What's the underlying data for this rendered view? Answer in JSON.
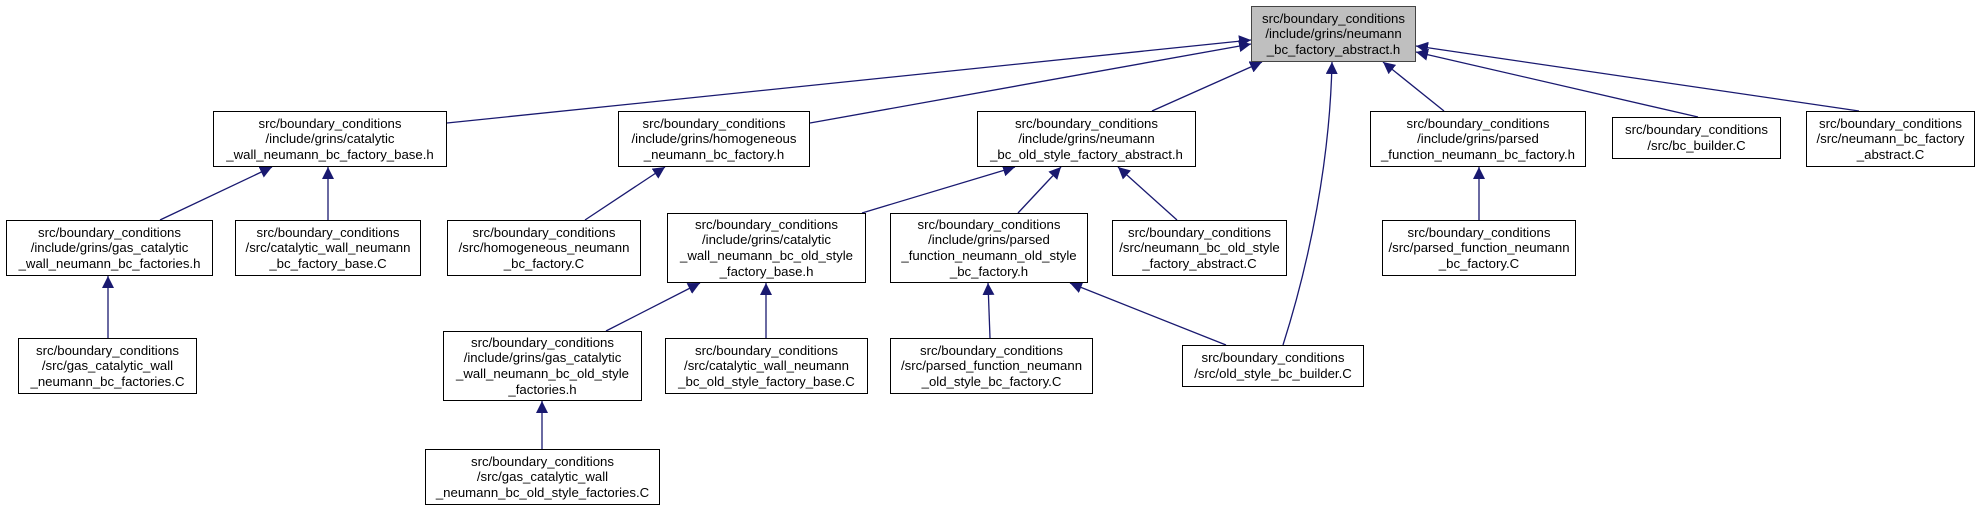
{
  "colors": {
    "edge": "#191970",
    "root_fill": "#bfbfbf",
    "border": "#000000"
  },
  "nodes": {
    "root": [
      "src/boundary_conditions",
      "/include/grins/neumann",
      "_bc_factory_abstract.h"
    ],
    "catalytic_base_h": [
      "src/boundary_conditions",
      "/include/grins/catalytic",
      "_wall_neumann_bc_factory_base.h"
    ],
    "homogeneous_h": [
      "src/boundary_conditions",
      "/include/grins/homogeneous",
      "_neumann_bc_factory.h"
    ],
    "old_style_abstract_h": [
      "src/boundary_conditions",
      "/include/grins/neumann",
      "_bc_old_style_factory_abstract.h"
    ],
    "parsed_function_h": [
      "src/boundary_conditions",
      "/include/grins/parsed",
      "_function_neumann_bc_factory.h"
    ],
    "bc_builder_c": [
      "src/boundary_conditions",
      "/src/bc_builder.C"
    ],
    "neumann_abstract_c": [
      "src/boundary_conditions",
      "/src/neumann_bc_factory",
      "_abstract.C"
    ],
    "gas_catalytic_h": [
      "src/boundary_conditions",
      "/include/grins/gas_catalytic",
      "_wall_neumann_bc_factories.h"
    ],
    "catalytic_base_c": [
      "src/boundary_conditions",
      "/src/catalytic_wall_neumann",
      "_bc_factory_base.C"
    ],
    "homogeneous_c": [
      "src/boundary_conditions",
      "/src/homogeneous_neumann",
      "_bc_factory.C"
    ],
    "catalytic_old_base_h": [
      "src/boundary_conditions",
      "/include/grins/catalytic",
      "_wall_neumann_bc_old_style",
      "_factory_base.h"
    ],
    "parsed_old_h": [
      "src/boundary_conditions",
      "/include/grins/parsed",
      "_function_neumann_old_style",
      "_bc_factory.h"
    ],
    "old_style_abstract_c": [
      "src/boundary_conditions",
      "/src/neumann_bc_old_style",
      "_factory_abstract.C"
    ],
    "parsed_function_c": [
      "src/boundary_conditions",
      "/src/parsed_function_neumann",
      "_bc_factory.C"
    ],
    "gas_catalytic_c": [
      "src/boundary_conditions",
      "/src/gas_catalytic_wall",
      "_neumann_bc_factories.C"
    ],
    "gas_catalytic_old_h": [
      "src/boundary_conditions",
      "/include/grins/gas_catalytic",
      "_wall_neumann_bc_old_style",
      "_factories.h"
    ],
    "catalytic_old_base_c": [
      "src/boundary_conditions",
      "/src/catalytic_wall_neumann",
      "_bc_old_style_factory_base.C"
    ],
    "parsed_old_c": [
      "src/boundary_conditions",
      "/src/parsed_function_neumann",
      "_old_style_bc_factory.C"
    ],
    "old_style_builder_c": [
      "src/boundary_conditions",
      "/src/old_style_bc_builder.C"
    ],
    "gas_catalytic_old_c": [
      "src/boundary_conditions",
      "/src/gas_catalytic_wall",
      "_neumann_bc_old_style_factories.C"
    ]
  }
}
